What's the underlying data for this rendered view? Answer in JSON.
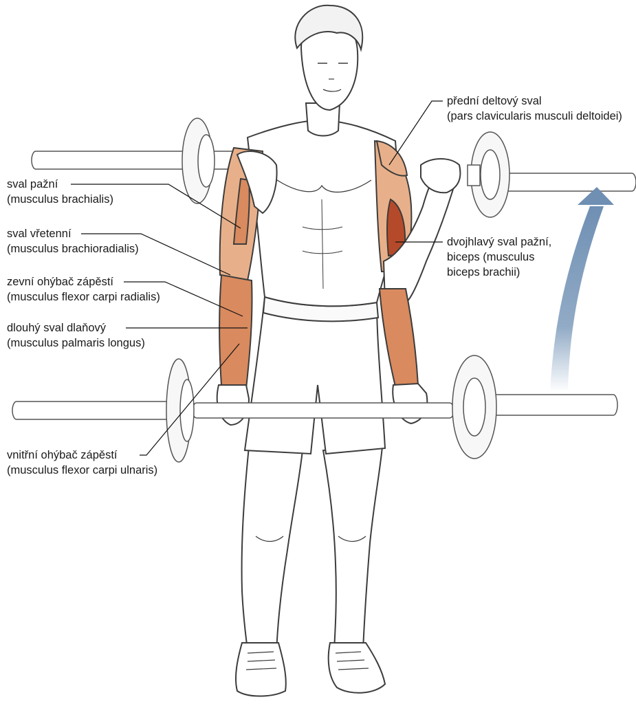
{
  "colors": {
    "muscle_light": "#e8b08a",
    "muscle_mid": "#d98a5e",
    "muscle_dark": "#b54a2a",
    "arrow": "#7e9cbc",
    "outline": "#3c3c3c",
    "bar_fill": "#ffffff"
  },
  "icons": {
    "arrow": "curved-upward-arrow-icon",
    "barbell": "barbell-icon"
  },
  "labels": {
    "anterior_deltoid": {
      "line1": "přední deltový sval",
      "line2": "(pars clavicularis musculi deltoidei)"
    },
    "brachialis": {
      "line1": "sval pažní",
      "line2": "(musculus brachialis)"
    },
    "brachioradialis": {
      "line1": "sval vřetenní",
      "line2": "(musculus brachioradialis)"
    },
    "biceps": {
      "line1": "dvojhlavý sval pažní,",
      "line2": "biceps (musculus",
      "line3": "biceps brachii)"
    },
    "flexor_carpi_radialis": {
      "line1": "zevní ohýbač zápěstí",
      "line2": "(musculus flexor carpi radialis)"
    },
    "palmaris_longus": {
      "line1": "dlouhý sval dlaňový",
      "line2": "(musculus palmaris longus)"
    },
    "flexor_carpi_ulnaris": {
      "line1": "vnitřní ohýbač zápěstí",
      "line2": "(musculus flexor carpi ulnaris)"
    }
  }
}
